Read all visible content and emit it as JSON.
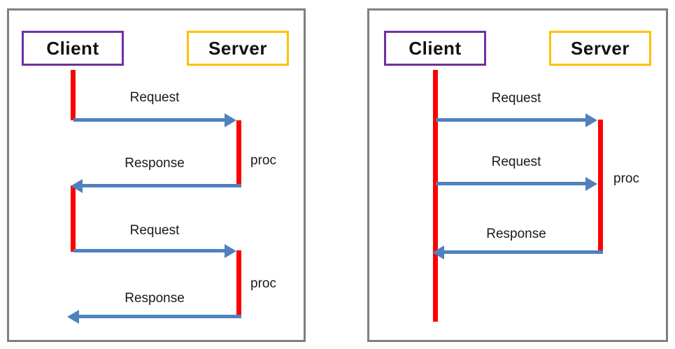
{
  "diagram": {
    "panels": [
      {
        "client_label": "Client",
        "server_label": "Server",
        "messages": [
          {
            "label": "Request",
            "direction": "client-to-server"
          },
          {
            "label": "Response",
            "direction": "server-to-client"
          },
          {
            "label": "Request",
            "direction": "client-to-server"
          },
          {
            "label": "Response",
            "direction": "server-to-client"
          }
        ],
        "proc_labels": [
          "proc",
          "proc"
        ]
      },
      {
        "client_label": "Client",
        "server_label": "Server",
        "messages": [
          {
            "label": "Request",
            "direction": "client-to-server"
          },
          {
            "label": "Request",
            "direction": "client-to-server"
          },
          {
            "label": "Response",
            "direction": "server-to-client"
          }
        ],
        "proc_labels": [
          "proc"
        ]
      }
    ],
    "colors": {
      "client_box_border": "#7030a0",
      "server_box_border": "#ffc000",
      "activation_bar": "#ff0000",
      "arrow": "#4f81bd",
      "panel_border": "#7f7f7f",
      "text": "#111111",
      "background": "#ffffff"
    }
  }
}
